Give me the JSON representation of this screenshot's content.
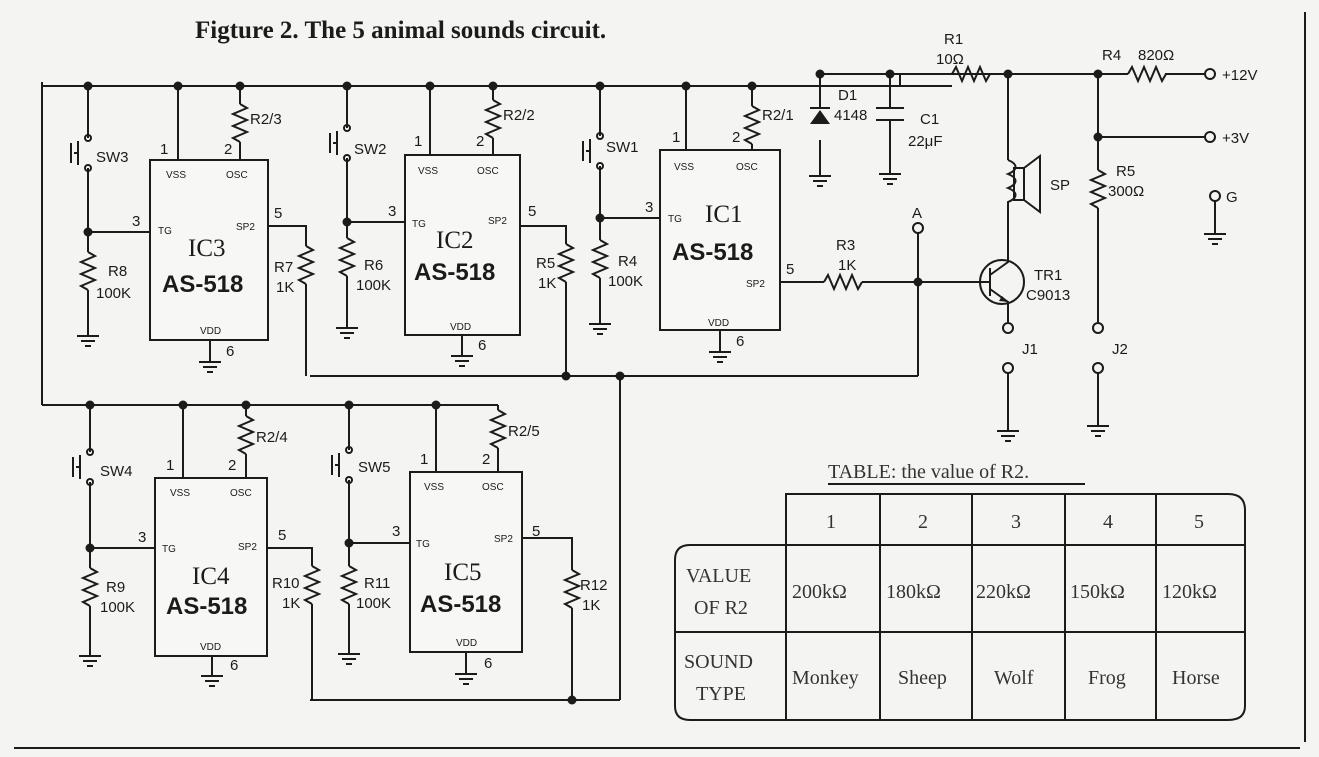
{
  "title": "Figture 2. The 5 animal sounds circuit.",
  "ic_part": "AS-518",
  "chips": [
    {
      "name": "IC1",
      "p1": "1",
      "p2": "2",
      "p3": "3",
      "p5": "5",
      "p6": "6",
      "vss": "VSS",
      "osc": "OSC",
      "tg": "TG",
      "sp2": "SP2",
      "vdd": "VDD"
    },
    {
      "name": "IC2",
      "p1": "1",
      "p2": "2",
      "p3": "3",
      "p5": "5",
      "p6": "6",
      "vss": "VSS",
      "osc": "OSC",
      "tg": "TG",
      "sp2": "SP2",
      "vdd": "VDD"
    },
    {
      "name": "IC3",
      "p1": "1",
      "p2": "2",
      "p3": "3",
      "p5": "5",
      "p6": "6",
      "vss": "VSS",
      "osc": "OSC",
      "tg": "TG",
      "sp2": "SP2",
      "vdd": "VDD"
    },
    {
      "name": "IC4",
      "p1": "1",
      "p2": "2",
      "p3": "3",
      "p5": "5",
      "p6": "6",
      "vss": "VSS",
      "osc": "OSC",
      "tg": "TG",
      "sp2": "SP2",
      "vdd": "VDD"
    },
    {
      "name": "IC5",
      "p1": "1",
      "p2": "2",
      "p3": "3",
      "p5": "5",
      "p6": "6",
      "vss": "VSS",
      "osc": "OSC",
      "tg": "TG",
      "sp2": "SP2",
      "vdd": "VDD"
    }
  ],
  "labels": {
    "sw1": "SW1",
    "sw2": "SW2",
    "sw3": "SW3",
    "sw4": "SW4",
    "sw5": "SW5",
    "r2_1": "R2/1",
    "r2_2": "R2/2",
    "r2_3": "R2/3",
    "r2_4": "R2/4",
    "r2_5": "R2/5",
    "r1": "R1",
    "r1_val": "10Ω",
    "r3": "R3",
    "r3_val": "1K",
    "r4": "R4",
    "r4_val": "100K",
    "r4b": "R4",
    "r4b_val": "820Ω",
    "r5": "R5",
    "r5_val": "1K",
    "r5b": "R5",
    "r5b_val": "300Ω",
    "r6": "R6",
    "r6_val": "100K",
    "r7": "R7",
    "r7_val": "1K",
    "r8": "R8",
    "r8_val": "100K",
    "r9": "R9",
    "r9_val": "100K",
    "r10": "R10",
    "r10_val": "1K",
    "r11": "R11",
    "r11_val": "100K",
    "r12": "R12",
    "r12_val": "1K",
    "d1": "D1",
    "d1_val": "4148",
    "c1": "C1",
    "c1_val": "22μF",
    "sp": "SP",
    "tr1": "TR1",
    "tr1_val": "C9013",
    "j1": "J1",
    "j2": "J2",
    "node_a": "A",
    "v12": "+12V",
    "v3": "+3V",
    "g": "G"
  },
  "table": {
    "caption": "TABLE: the value of R2.",
    "columns": [
      "1",
      "2",
      "3",
      "4",
      "5"
    ],
    "row1_head": [
      "VALUE",
      "OF R2"
    ],
    "row1": [
      "200kΩ",
      "180kΩ",
      "220kΩ",
      "150kΩ",
      "120kΩ"
    ],
    "row2_head": [
      "SOUND",
      "TYPE"
    ],
    "row2": [
      "Monkey",
      "Sheep",
      "Wolf",
      "Frog",
      "Horse"
    ]
  }
}
